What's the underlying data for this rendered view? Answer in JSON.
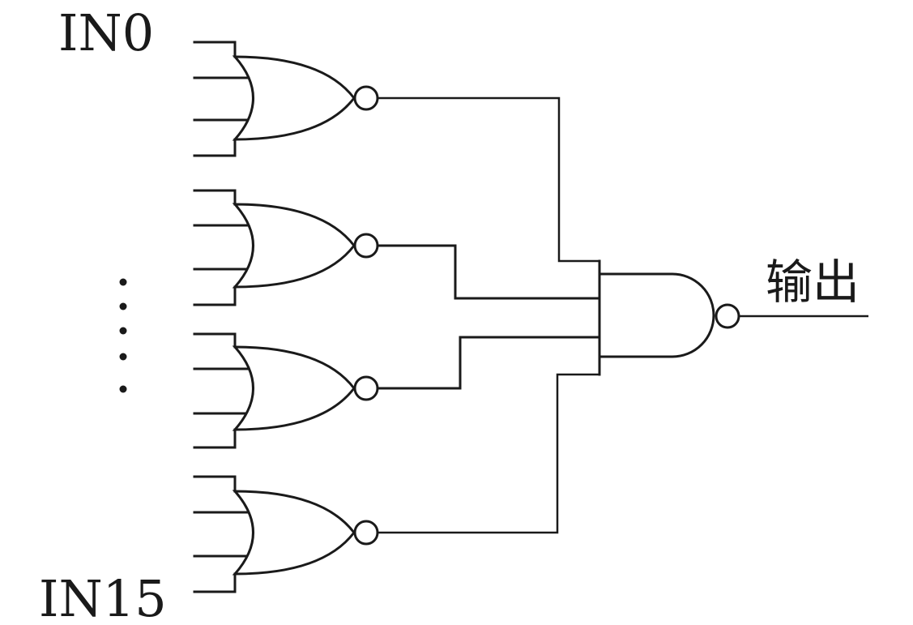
{
  "labels": {
    "input_first": "IN0",
    "input_last": "IN15",
    "output": "输出"
  },
  "gates": {
    "first_stage": {
      "type": "NOR",
      "count": 4,
      "inputs_each": 4
    },
    "second_stage": {
      "type": "NAND",
      "count": 1,
      "inputs_each": 4
    }
  },
  "ellipsis": {
    "dots": 5
  }
}
